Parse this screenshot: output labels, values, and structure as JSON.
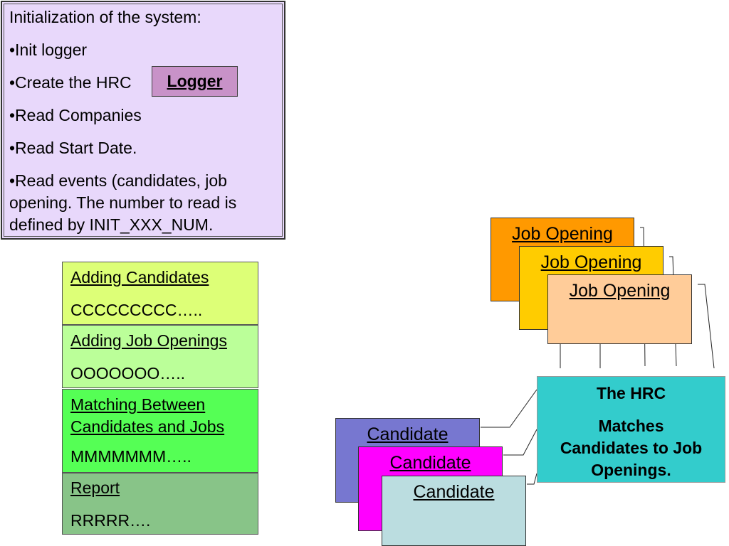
{
  "init_panel": {
    "heading": "Initialization of the system:",
    "items": [
      "•Init logger",
      "•Create the HRC",
      "•Read Companies",
      "•Read Start Date."
    ],
    "events_lines": [
      "•Read events (candidates, job",
      "opening. The number to read is",
      "defined by INIT_XXX_NUM."
    ]
  },
  "logger": {
    "label": "Logger"
  },
  "stages": [
    {
      "title": "Adding Candidates",
      "code": "CCCCCCCCC…..",
      "color": "#ddff77"
    },
    {
      "title": "Adding Job Openings",
      "code": "OOOOOOO…..",
      "color": "#bbff99"
    },
    {
      "title_lines": [
        "Matching  Between",
        "Candidates and Jobs"
      ],
      "code": "MMMMMMM…..",
      "color": "#55ff55"
    },
    {
      "title": "Report",
      "code": "RRRRR….",
      "color": "#88c488"
    }
  ],
  "job_openings": [
    {
      "label": "Job Opening",
      "color": "#ff9900"
    },
    {
      "label": "Job Opening",
      "color": "#ffcc00"
    },
    {
      "label": "Job Opening",
      "color": "#ffcc99"
    }
  ],
  "candidates": [
    {
      "label": "Candidate",
      "color": "#7777d0"
    },
    {
      "label": "Candidate",
      "color": "#ff00ff"
    },
    {
      "label": "Candidate",
      "color": "#bbdde0"
    }
  ],
  "hrc": {
    "title": "The HRC",
    "description_lines": [
      "Matches",
      "Candidates to Job",
      "Openings."
    ]
  }
}
